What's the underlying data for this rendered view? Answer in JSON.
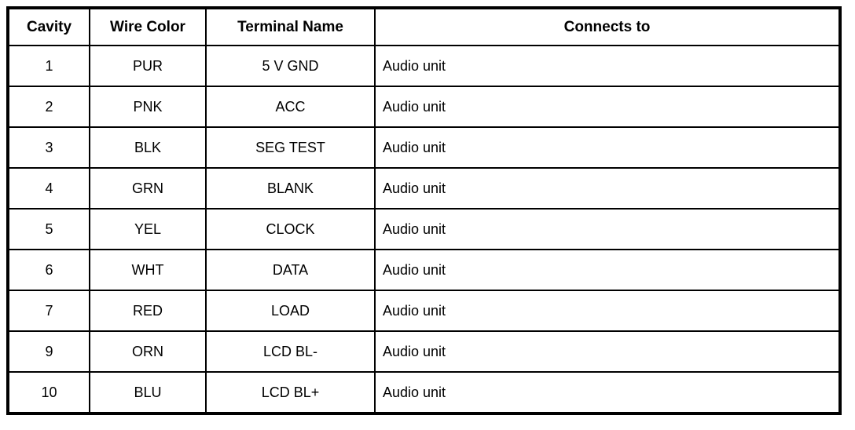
{
  "table": {
    "headers": [
      "Cavity",
      "Wire Color",
      "Terminal Name",
      "Connects to"
    ],
    "rows": [
      [
        "1",
        "PUR",
        "5 V GND",
        "Audio unit"
      ],
      [
        "2",
        "PNK",
        "ACC",
        "Audio unit"
      ],
      [
        "3",
        "BLK",
        "SEG TEST",
        "Audio unit"
      ],
      [
        "4",
        "GRN",
        "BLANK",
        "Audio unit"
      ],
      [
        "5",
        "YEL",
        "CLOCK",
        "Audio unit"
      ],
      [
        "6",
        "WHT",
        "DATA",
        "Audio unit"
      ],
      [
        "7",
        "RED",
        "LOAD",
        "Audio unit"
      ],
      [
        "9",
        "ORN",
        "LCD BL-",
        "Audio unit"
      ],
      [
        "10",
        "BLU",
        "LCD BL+",
        "Audio unit"
      ]
    ]
  }
}
